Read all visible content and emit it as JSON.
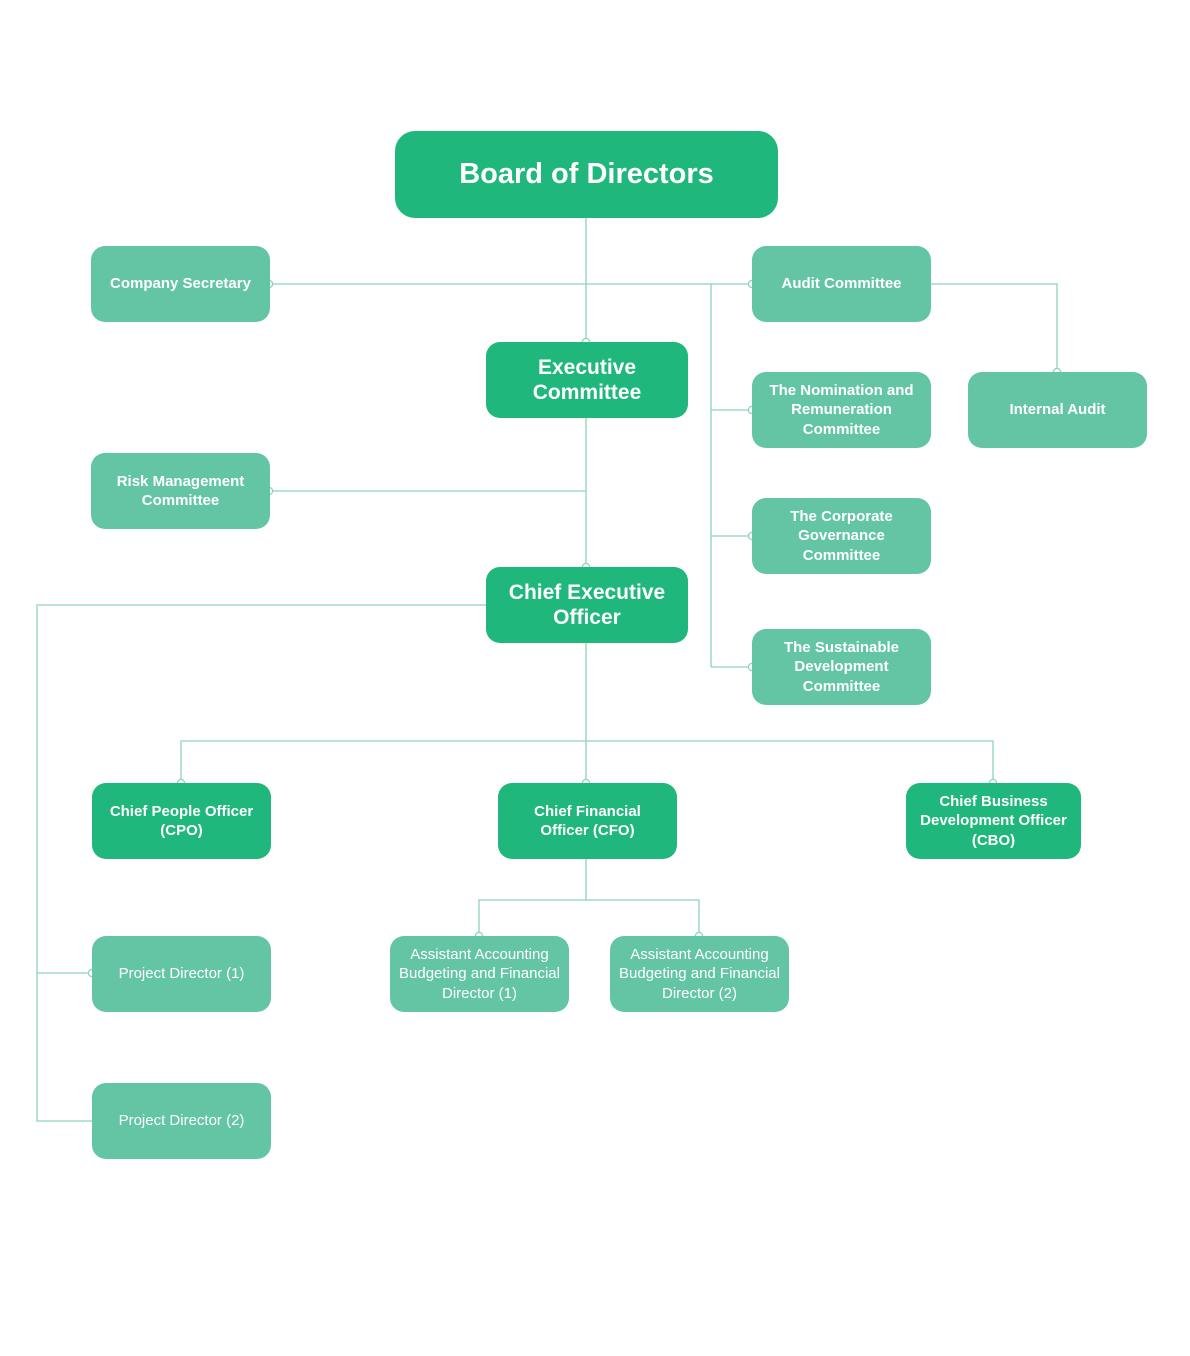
{
  "nodes": {
    "board": "Board of Directors",
    "company_secretary": "Company Secretary",
    "audit_committee": "Audit Committee",
    "executive_committee": "Executive Committee",
    "nomination_committee": "The Nomination and Remuneration Committee",
    "internal_audit": "Internal Audit",
    "risk_committee": "Risk Management Committee",
    "governance_committee": "The Corporate Governance Committee",
    "ceo": "Chief Executive Officer",
    "sustainable_committee": "The Sustainable Development Committee",
    "cpo": "Chief People Officer (CPO)",
    "cfo": "Chief Financial Officer (CFO)",
    "cbo": "Chief Business Development Officer (CBO)",
    "project_director_1": "Project Director (1)",
    "assistant_director_1": "Assistant Accounting Budgeting and Financial Director (1)",
    "assistant_director_2": "Assistant Accounting Budgeting and Financial Director (2)",
    "project_director_2": "Project Director (2)"
  },
  "colors": {
    "primary_box": "#1fb77b",
    "secondary_box": "#64c5a5",
    "connector": "#8fd3bb",
    "text": "#ffffff"
  }
}
